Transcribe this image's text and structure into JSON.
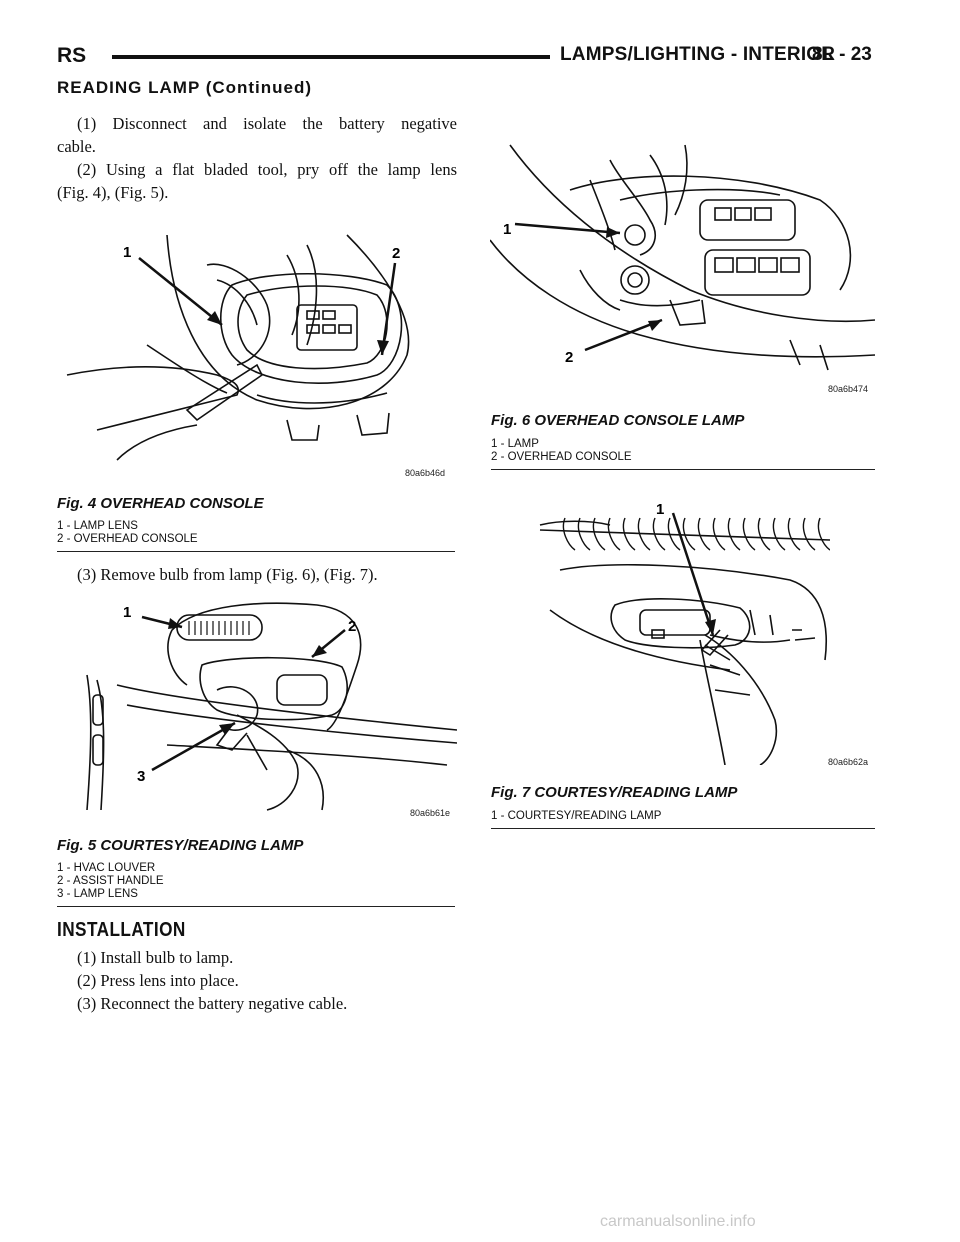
{
  "header": {
    "left": "RS",
    "right": "LAMPS/LIGHTING - INTERIOR",
    "page": "8L - 23"
  },
  "subhead": "READING LAMP (Continued)",
  "removal_steps": {
    "step1": "(1) Disconnect and isolate the battery negative",
    "step1b": "cable.",
    "step2": "(2) Using a flat bladed tool, pry off the lamp lens",
    "step2b": "(Fig. 4), (Fig. 5).",
    "step3": "(3) Remove bulb from lamp (Fig. 6), (Fig. 7)."
  },
  "figures": {
    "fig4": {
      "code": "80a6b46d",
      "title": "Fig. 4 OVERHEAD CONSOLE",
      "legend": [
        "1 - LAMP LENS",
        "2 - OVERHEAD CONSOLE"
      ],
      "callouts": [
        "1",
        "2"
      ]
    },
    "fig5": {
      "code": "80a6b61e",
      "title": "Fig. 5 COURTESY/READING LAMP",
      "legend": [
        "1 - HVAC LOUVER",
        "2 - ASSIST HANDLE",
        "3 - LAMP LENS"
      ],
      "callouts": [
        "1",
        "2",
        "3"
      ]
    },
    "fig6": {
      "code": "80a6b474",
      "title": "Fig. 6 OVERHEAD CONSOLE LAMP",
      "legend": [
        "1 - LAMP",
        "2 - OVERHEAD CONSOLE"
      ],
      "callouts": [
        "1",
        "2"
      ]
    },
    "fig7": {
      "code": "80a6b62a",
      "title": "Fig. 7 COURTESY/READING LAMP",
      "legend": [
        "1 - COURTESY/READING LAMP"
      ],
      "callouts": [
        "1"
      ]
    }
  },
  "installation": {
    "heading": "INSTALLATION",
    "steps": [
      "(1) Install bulb to lamp.",
      "(2) Press lens into place.",
      "(3) Reconnect the battery negative cable."
    ]
  },
  "watermark": "carmanualsonline.info"
}
